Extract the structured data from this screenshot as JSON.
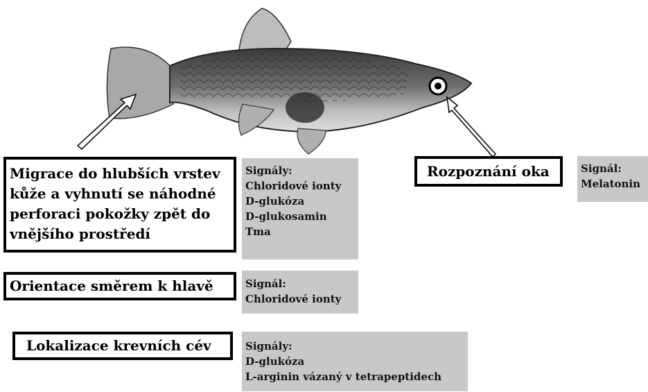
{
  "boxes": {
    "migration": [
      "Migrace do hlubších vrstev",
      "kůže a vyhnutí se náhodné",
      "perforaci pokožky zpět do",
      "vnějšího prostředí"
    ],
    "orientation": "Orientace směrem k hlavě",
    "vessels": "Lokalizace krevních cév",
    "eye": "Rozpoznání oka"
  },
  "signals": {
    "migration": [
      "Signály:",
      "Chloridové ionty",
      "D-glukóza",
      "D-glukosamin",
      "Tma"
    ],
    "orientation": [
      "Signál:",
      "Chloridové ionty"
    ],
    "vessels": [
      "Signály:",
      "D-glukóza",
      "L-arginin vázaný v tetrapeptidech"
    ],
    "eye": [
      "Signál:",
      "Melatonin"
    ]
  },
  "colors": {
    "signal_bg": "#c8c8c8",
    "border": "#000000"
  }
}
